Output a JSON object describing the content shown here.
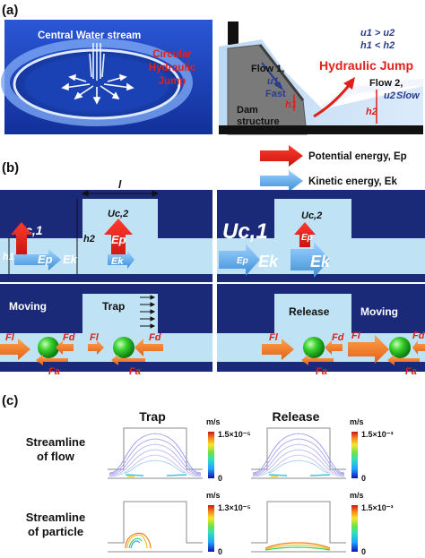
{
  "panel_a": {
    "label": "(a)",
    "central_stream": "Central Water stream",
    "circular_jump": [
      "Circular",
      "Hydraulic",
      "Jump"
    ],
    "velocity_relation": "u1 > u2",
    "depth_relation": "h1 < h2",
    "hydraulic_jump": "Hydraulic Jump",
    "flow1": "Flow 1,",
    "u1": "u1",
    "fast": "Fast",
    "h1": "h1",
    "flow2": "Flow 2,",
    "u2": "u2",
    "slow": "Slow",
    "h2": "h2",
    "dam": [
      "Dam",
      "structure"
    ]
  },
  "panel_b": {
    "label": "(b)",
    "legend_potential": "Potential energy, Ep",
    "legend_kinetic": "Kinetic energy, Ek",
    "l": "l",
    "uc1": "Uc,1",
    "uc2": "Uc,2",
    "h1": "h1",
    "h2": "h2",
    "ep": "Ep",
    "ek": "Ek",
    "moving": "Moving",
    "trap": "Trap",
    "release": "Release",
    "fl": "Fl",
    "fd": "Fd",
    "fa": "Fa"
  },
  "panel_c": {
    "label": "(c)",
    "col_trap": "Trap",
    "col_release": "Release",
    "row_flow": [
      "Streamline",
      "of flow"
    ],
    "row_particle": [
      "Streamline",
      "of particle"
    ],
    "unit": "m/s",
    "scale_flow_trap": "1.5×10⁻⁵",
    "scale_flow_release": "1.5×10⁻³",
    "scale_particle_trap": "1.3×10⁻⁵",
    "scale_particle_release": "1.5×10⁻³",
    "zero": "0"
  },
  "colors": {
    "navy": "#1b2a78",
    "light_blue": "#bfe3f5",
    "red_arrow": "#e3241c",
    "blue_arrow": "#5aa8e6",
    "orange_arrow": "#f07a22",
    "particle_green": "#27c42a"
  }
}
